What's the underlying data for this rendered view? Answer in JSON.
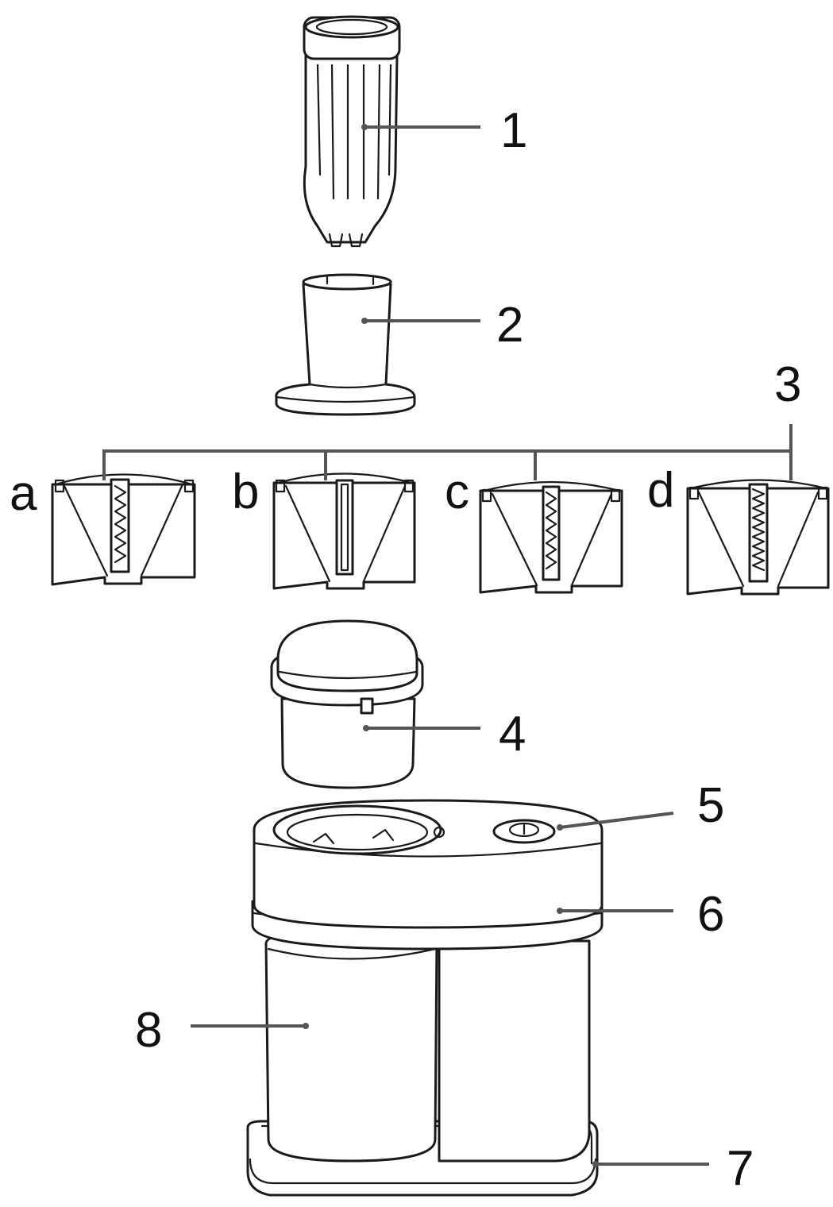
{
  "callouts": {
    "c1": "1",
    "c2": "2",
    "c3": "3",
    "c4": "4",
    "c5": "5",
    "c6": "6",
    "c7": "7",
    "c8": "8"
  },
  "blades": {
    "a": "a",
    "b": "b",
    "c": "c",
    "d": "d"
  },
  "colors": {
    "line": "#1a1a1a",
    "leader": "#555555",
    "background": "#ffffff"
  }
}
